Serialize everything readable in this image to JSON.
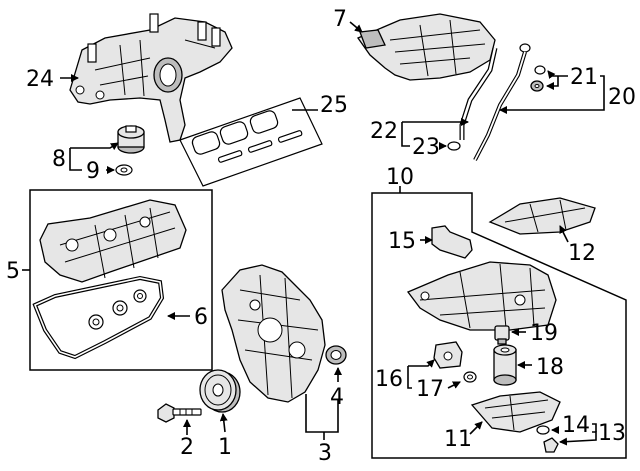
{
  "diagram": {
    "title": "Engine parts exploded view",
    "callouts": {
      "c1": "1",
      "c2": "2",
      "c3": "3",
      "c4": "4",
      "c5": "5",
      "c6": "6",
      "c7": "7",
      "c8": "8",
      "c9": "9",
      "c10": "10",
      "c11": "11",
      "c12": "12",
      "c13": "13",
      "c14": "14",
      "c15": "15",
      "c16": "16",
      "c17": "17",
      "c18": "18",
      "c19": "19",
      "c20": "20",
      "c21": "21",
      "c22": "22",
      "c23": "23",
      "c24": "24",
      "c25": "25"
    }
  }
}
